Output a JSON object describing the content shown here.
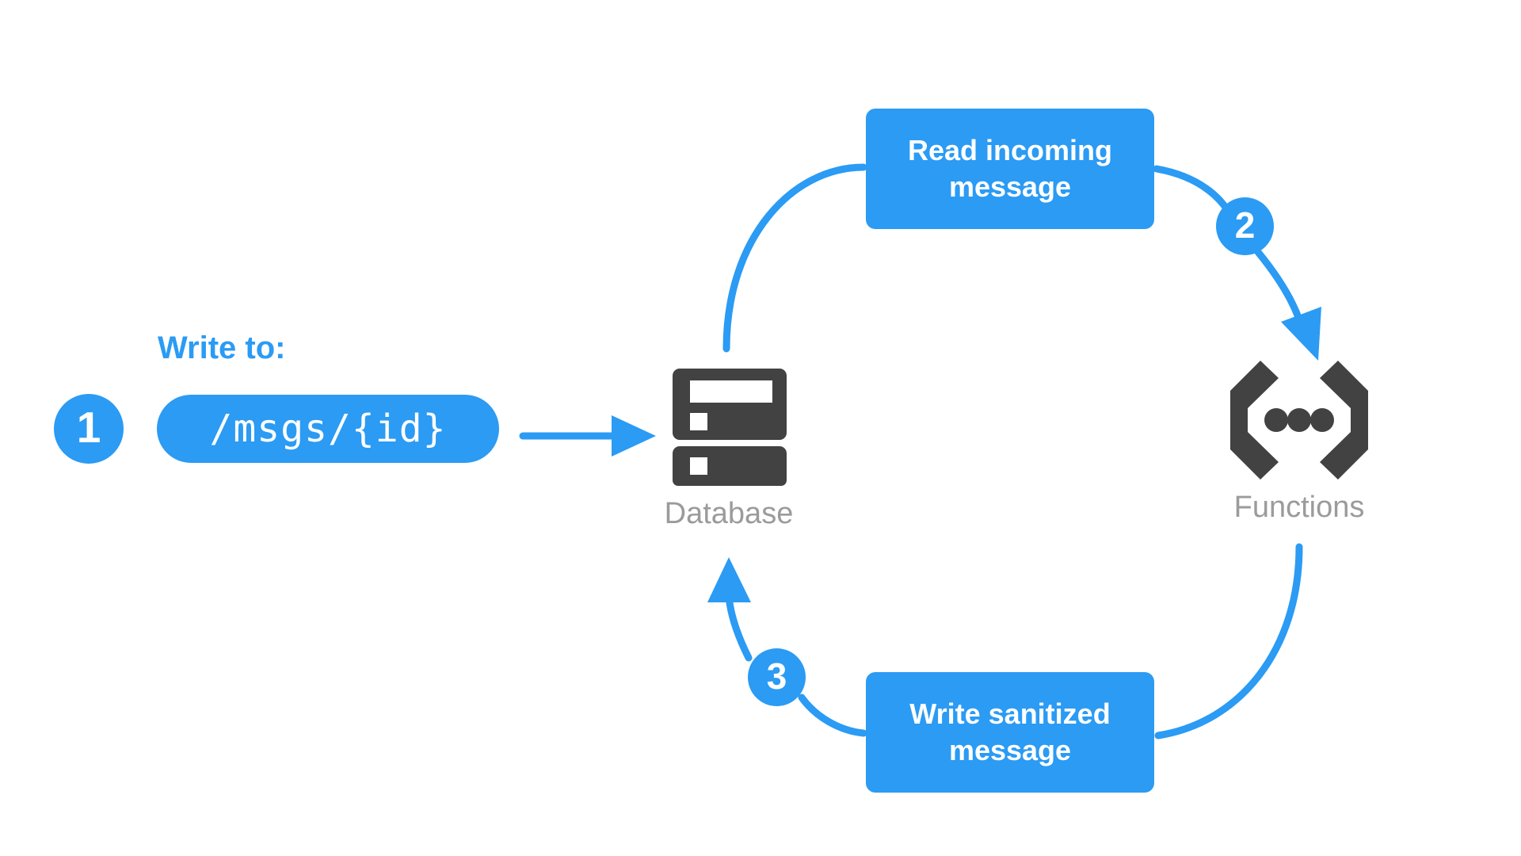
{
  "diagram": {
    "title": "Firebase Database to Cloud Functions message sanitization flow",
    "background_color": "#ffffff",
    "accent_color": "#2b9bf4",
    "icon_color": "#424242",
    "label_color": "#9b9b9b"
  },
  "caption": {
    "write_to_label": "Write to:"
  },
  "steps": [
    {
      "number": "1"
    },
    {
      "number": "2"
    },
    {
      "number": "3"
    }
  ],
  "path_pill": {
    "value": "/msgs/{id}"
  },
  "boxes": {
    "top": {
      "line1": "Read incoming",
      "line2": "message",
      "text": "Read incoming message"
    },
    "bottom": {
      "line1": "Write sanitized",
      "line2": "message",
      "text": "Write sanitized message"
    }
  },
  "services": [
    {
      "label": "Database",
      "icon": "database-icon"
    },
    {
      "label": "Functions",
      "icon": "functions-braces-icon"
    }
  ],
  "edges": [
    {
      "name": "write-to-database",
      "from": "/msgs/{id}",
      "to": "Database",
      "arrowhead": true
    },
    {
      "name": "database-to-read-message",
      "from": "Database",
      "to": "Read incoming message",
      "arrowhead": false
    },
    {
      "name": "read-message-to-functions",
      "from": "Read incoming message",
      "to": "Functions",
      "arrowhead": true
    },
    {
      "name": "functions-to-write-message",
      "from": "Functions",
      "to": "Write sanitized message",
      "arrowhead": false
    },
    {
      "name": "write-message-to-database",
      "from": "Write sanitized message",
      "to": "Database",
      "arrowhead": true
    }
  ]
}
